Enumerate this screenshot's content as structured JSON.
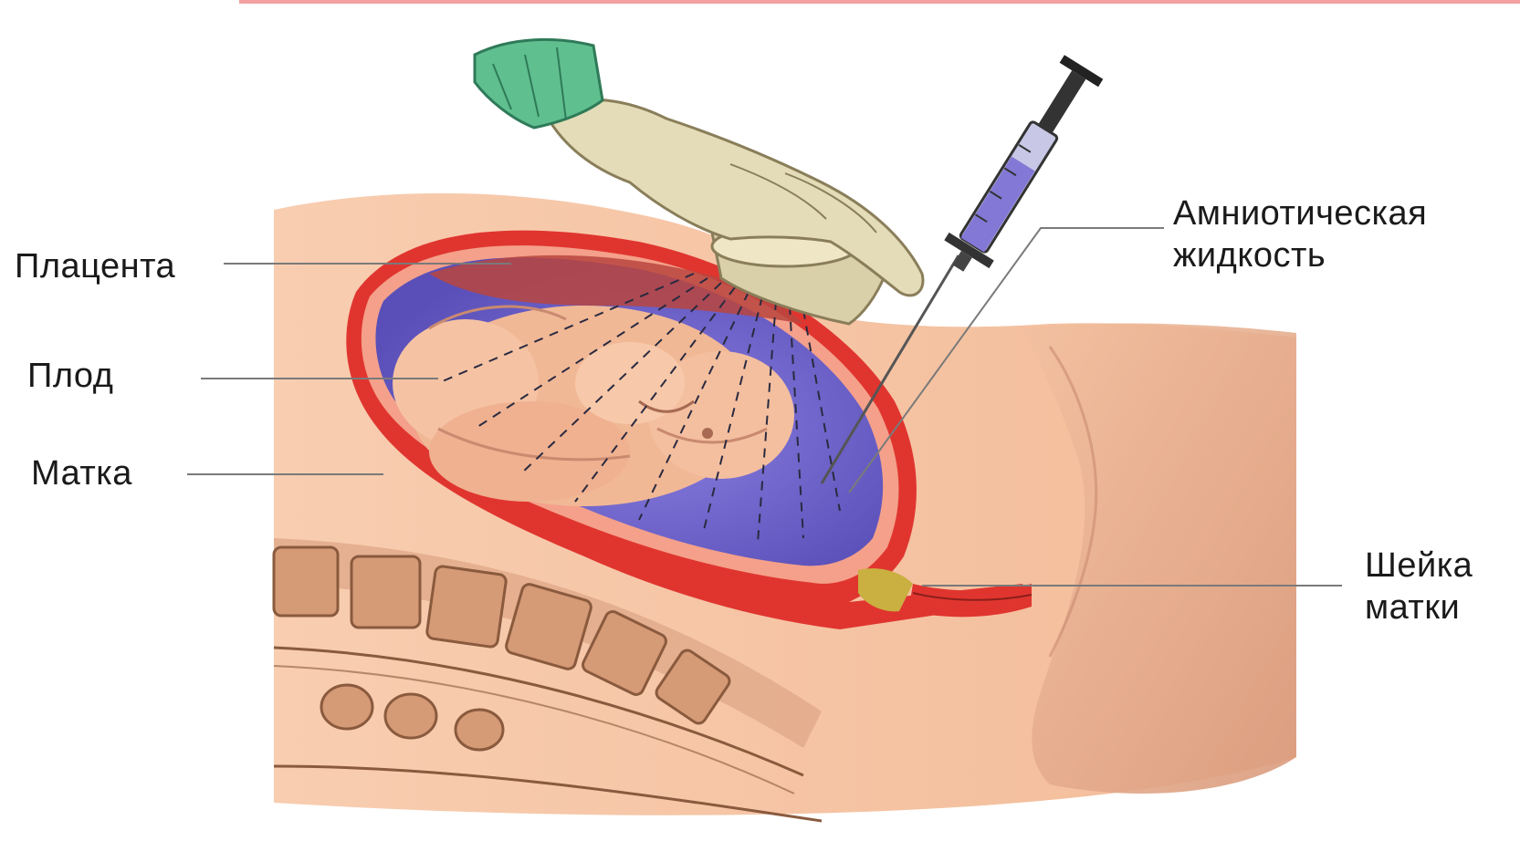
{
  "labels": {
    "placenta": "Плацента",
    "fetus": "Плод",
    "uterus": "Матка",
    "amniotic_line1": "Амниотическая",
    "amniotic_line2": "жидкость",
    "cervix_line1": "Шейка",
    "cervix_line2": "матки"
  },
  "colors": {
    "skin": "#f6c4a2",
    "skin_dark": "#e8a98a",
    "uterus_wall": "#e0352f",
    "amniotic_fluid": "#6f63c9",
    "glove": "#e4dcb8",
    "sleeve": "#5fbf8f",
    "syringe_liquid": "#8378d6",
    "spine": "#c98a68",
    "leader_line": "#7a7a7a",
    "top_rule": "#f2a0a0"
  },
  "icons": {
    "hand": "gloved-hand-icon",
    "probe": "ultrasound-probe-icon",
    "syringe": "syringe-icon"
  }
}
